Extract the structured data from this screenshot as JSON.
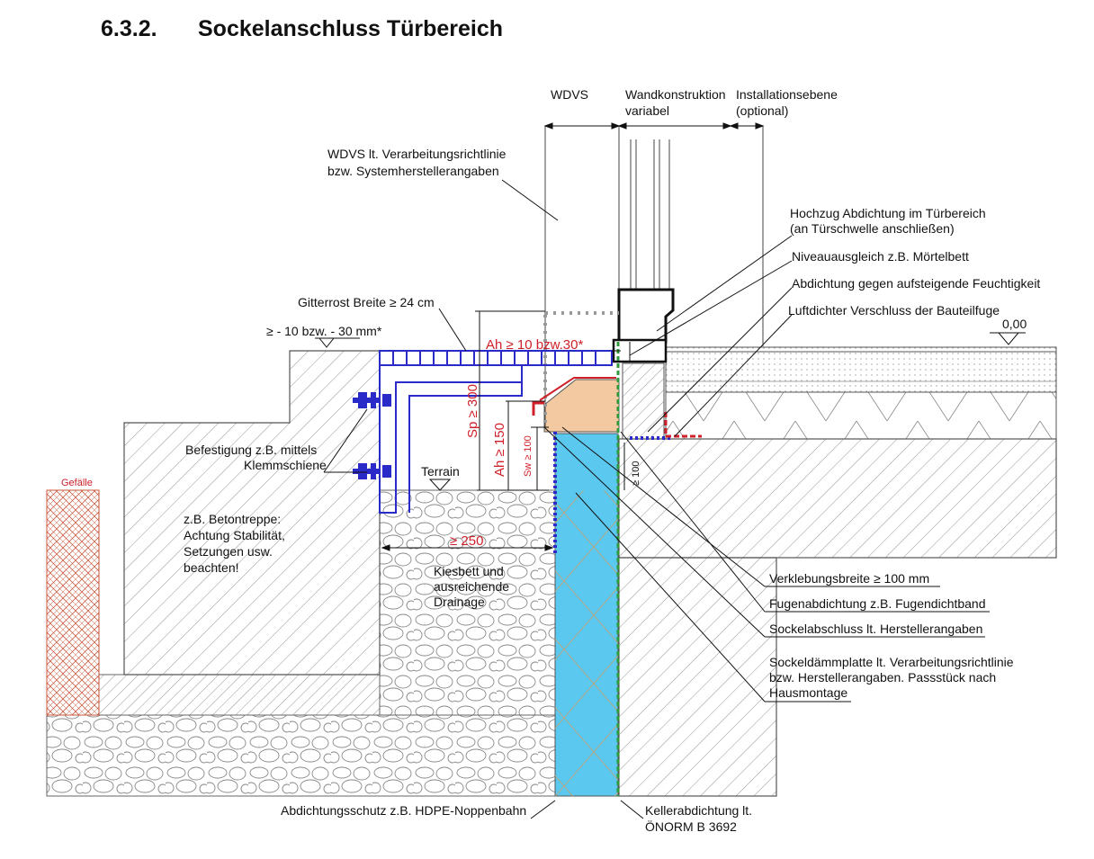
{
  "section": {
    "number": "6.3.2.",
    "title": "Sockelanschluss Türbereich"
  },
  "labels": {
    "wdvs": "WDVS",
    "wand_1": "Wandkonstruktion",
    "wand_2": "variabel",
    "inst_1": "Installationsebene",
    "inst_2": "(optional)",
    "wdvs_lt_1": "WDVS lt. Verarbeitungsrichtlinie",
    "wdvs_lt_2": "bzw. Systemherstellerangaben",
    "hochzug_1": "Hochzug Abdichtung im Türbereich",
    "hochzug_2": "(an Türschwelle anschließen)",
    "niveau": "Niveauausgleich z.B. Mörtelbett",
    "abdichtung_feucht": "Abdichtung gegen aufsteigende Feuchtigkeit",
    "luftdicht": "Luftdichter Verschluss der Bauteilfuge",
    "level_000": "0,00",
    "gitterrost": "Gitterrost Breite ≥ 24 cm",
    "gefaelle_top": "≥ - 10 bzw. - 30 mm*",
    "ah_top": "Ah ≥ 10 bzw.30*",
    "sp": "Sp ≥ 300",
    "ah_150": "Ah ≥ 150",
    "sw_100": "Sw ≥ 100",
    "ge_100": "≥ 100",
    "befestigung_1": "Befestigung z.B. mittels",
    "befestigung_2": "Klemmschiene",
    "terrain": "Terrain",
    "gefaelle": "Gefälle",
    "beton_1": "z.B. Betontreppe:",
    "beton_2": "Achtung Stabilität,",
    "beton_3": "Setzungen usw.",
    "beton_4": "beachten!",
    "ge_250": "≥ 250",
    "kies_1": "Kiesbett und",
    "kies_2": "ausreichende",
    "kies_3": "Drainage",
    "verklebung": "Verklebungsbreite ≥ 100 mm",
    "fugen": "Fugenabdichtung z.B. Fugendichtband",
    "sockelabschluss": "Sockelabschluss lt. Herstellerangaben",
    "sockeldaemm_1": "Sockeldämmplatte lt. Verarbeitungsrichtlinie",
    "sockeldaemm_2": "bzw. Herstellerangaben. Passstück nach",
    "sockeldaemm_3": "Hausmontage",
    "abdichtungsschutz": "Abdichtungsschutz z.B. HDPE-Noppenbahn",
    "keller_1": "Kellerabdichtung lt.",
    "keller_2": "ÖNORM B 3692"
  },
  "colors": {
    "insulation": "#5bc8ef",
    "wood": "#f2c9a0",
    "blue_line": "#2a2ac8",
    "red_line": "#d0202a",
    "green_line": "#2f9a3a",
    "hatch_red": "#c8553a"
  }
}
